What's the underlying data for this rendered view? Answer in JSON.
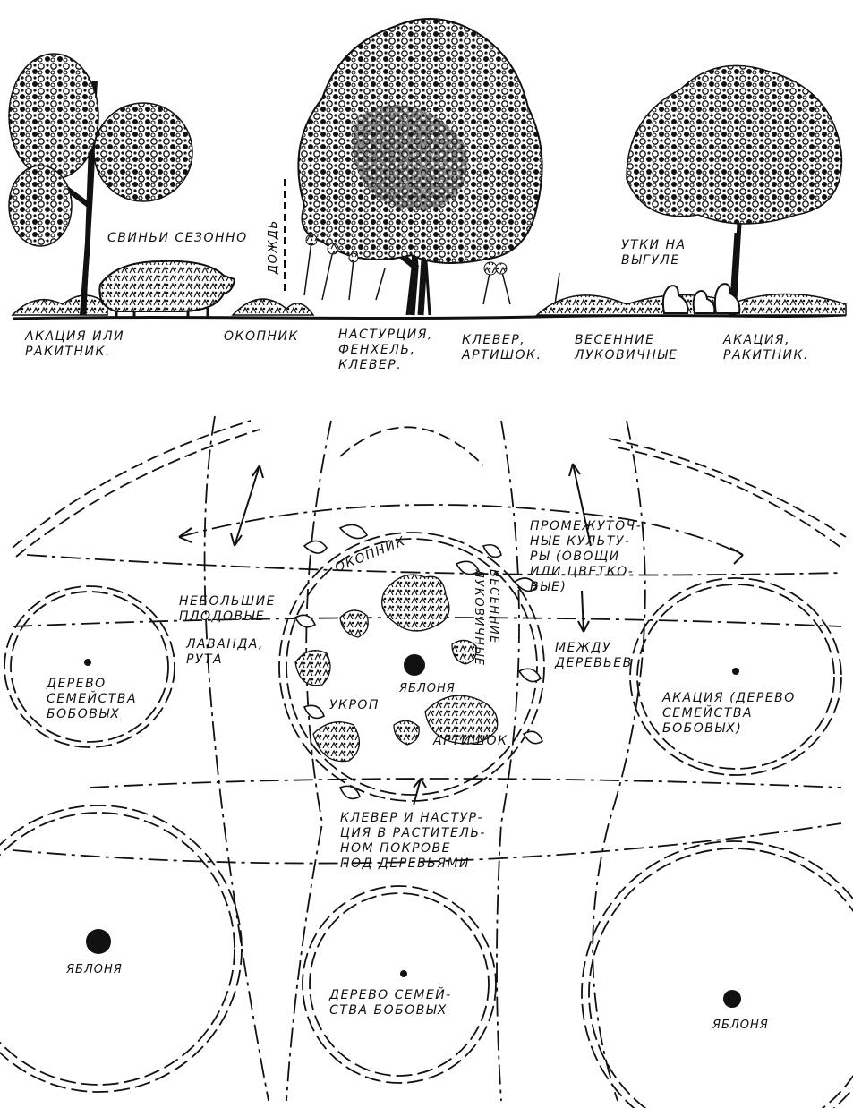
{
  "elevation": {
    "labels": {
      "acacia_left": "акация или\nракитник.",
      "pigs": "свиньи сезонно",
      "rain": "дождь",
      "comfrey": "окопник",
      "nasturtium": "настурция,\nфенхель,\nклевер.",
      "clover_artichoke": "клевер,\nартишок.",
      "spring_bulbs": "весенние\nлуковичные",
      "acacia_right": "акация,\nракитник.",
      "ducks": "утки на\nвыгуле"
    }
  },
  "plan": {
    "labels": {
      "comfrey": "окопник",
      "spring_bulbs": "весенние\nлуковичные",
      "small_fruit": "небольшие\nплодовые",
      "lavender": "лаванда,\nрута",
      "apple_center": "яблоня",
      "dill": "укроп",
      "artichoke": "артишок",
      "intermediate": "промежуточ-\nные культу-\nры (овощи\nили цветко-\nвые)",
      "between_trees": "между\nдеревьев",
      "legume_left": "дерево\nсемейства\nбобовых",
      "acacia_legume": "акация (дерево\nсемейства\nбобовых)",
      "clover_nasturtium": "клевер и настур-\nция в раститель-\nном покрове\nпод деревьями",
      "apple_left": "яблоня",
      "legume_bottom": "дерево семей-\nства бобовых",
      "apple_right": "яблоня"
    }
  }
}
